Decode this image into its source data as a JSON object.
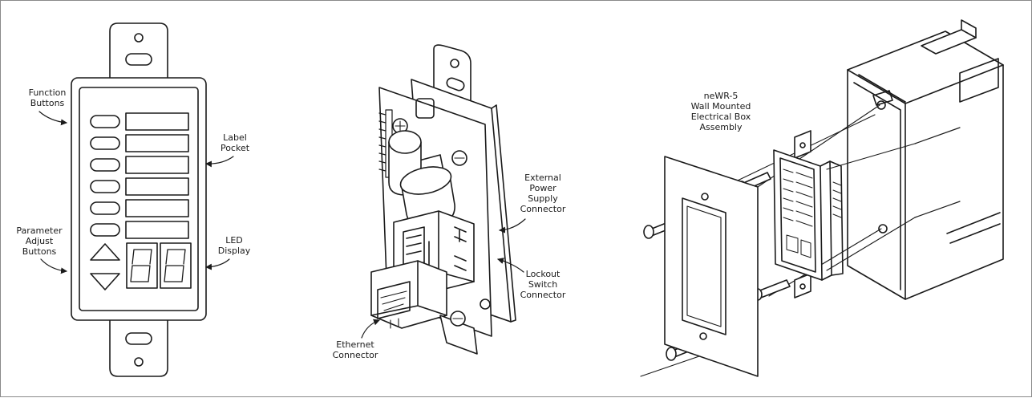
{
  "labels": {
    "function_buttons": "Function\nButtons",
    "label_pocket": "Label\nPocket",
    "parameter_adjust_buttons": "Parameter\nAdjust\nButtons",
    "led_display": "LED\nDisplay",
    "external_power_supply_connector": "External\nPower\nSupply\nConnector",
    "lockout_switch_connector": "Lockout\nSwitch\nConnector",
    "ethernet_connector": "Ethernet\nConnector",
    "assembly_title": "neWR-5\nWall Mounted\nElectrical Box\nAssembly"
  },
  "panel": {
    "function_button_count": 6,
    "display_digits": 2,
    "adjust_buttons": [
      "up-arrow",
      "down-arrow"
    ]
  },
  "colors": {
    "line": "#1a1a1a",
    "background": "#ffffff",
    "frame": "#8a8a8a"
  }
}
